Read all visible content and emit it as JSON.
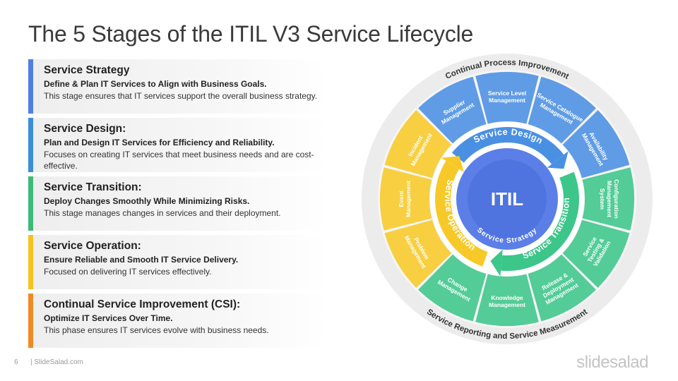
{
  "page_title": "The 5 Stages of the ITIL V3 Service Lifecycle",
  "stages": [
    {
      "name": "Service Strategy",
      "subtitle": "Define & Plan IT Services to Align with Business Goals.",
      "description": "This stage ensures that IT services support the overall business strategy.",
      "color": "#4f80e0"
    },
    {
      "name": "Service Design:",
      "subtitle": "Plan and Design IT Services for Efficiency and Reliability.",
      "description": "Focuses on creating IT services that meet business needs and are cost-effective.",
      "color": "#3a8fd8"
    },
    {
      "name": "Service Transition:",
      "subtitle": "Deploy Changes Smoothly While Minimizing Risks.",
      "description": "This stage manages changes in services and their deployment.",
      "color": "#3cba7a"
    },
    {
      "name": "Service Operation:",
      "subtitle": "Ensure Reliable and Smooth IT Service Delivery.",
      "description": "Focused on delivering IT services effectively.",
      "color": "#f6c31c"
    },
    {
      "name": "Continual Service Improvement (CSI):",
      "subtitle": "Optimize IT Services Over Time.",
      "description": "This phase ensures IT services evolve with business needs.",
      "color": "#f08a24"
    }
  ],
  "diagram": {
    "center": "ITIL",
    "center_ring_label": "Service Strategy",
    "arrows": [
      "Service Design",
      "Service Transition",
      "Service Operation"
    ],
    "outer_top_label": "Continual Process Improvement",
    "outer_bottom_label": "Service Reporting and Service Measurement",
    "segments": [
      {
        "lines": [
          "Service Level",
          "Management"
        ],
        "group": "design"
      },
      {
        "lines": [
          "Service Catalogue",
          "Management"
        ],
        "group": "design"
      },
      {
        "lines": [
          "Availability",
          "Management"
        ],
        "group": "design"
      },
      {
        "lines": [
          "Configuration",
          "Management",
          "System"
        ],
        "group": "transition"
      },
      {
        "lines": [
          "Service",
          "Testing &",
          "Validation"
        ],
        "group": "transition"
      },
      {
        "lines": [
          "Release &",
          "Deployment",
          "Management"
        ],
        "group": "transition"
      },
      {
        "lines": [
          "Knowledge",
          "Management"
        ],
        "group": "transition"
      },
      {
        "lines": [
          "Change",
          "Management"
        ],
        "group": "transition"
      },
      {
        "lines": [
          "Problem",
          "Management"
        ],
        "group": "operation"
      },
      {
        "lines": [
          "Event",
          "Management"
        ],
        "group": "operation"
      },
      {
        "lines": [
          "Incident",
          "Management"
        ],
        "group": "operation"
      },
      {
        "lines": [
          "Supplier",
          "Management"
        ],
        "group": "design"
      }
    ],
    "colors": {
      "design": "#4a90e2",
      "transition": "#3cc68a",
      "operation": "#f7c928",
      "strategy": "#5b7fe6",
      "outer_ring": "#ececec"
    }
  },
  "footer": {
    "page_number": "6",
    "site": "| SlideSalad.com",
    "brand": "slidesalad"
  }
}
